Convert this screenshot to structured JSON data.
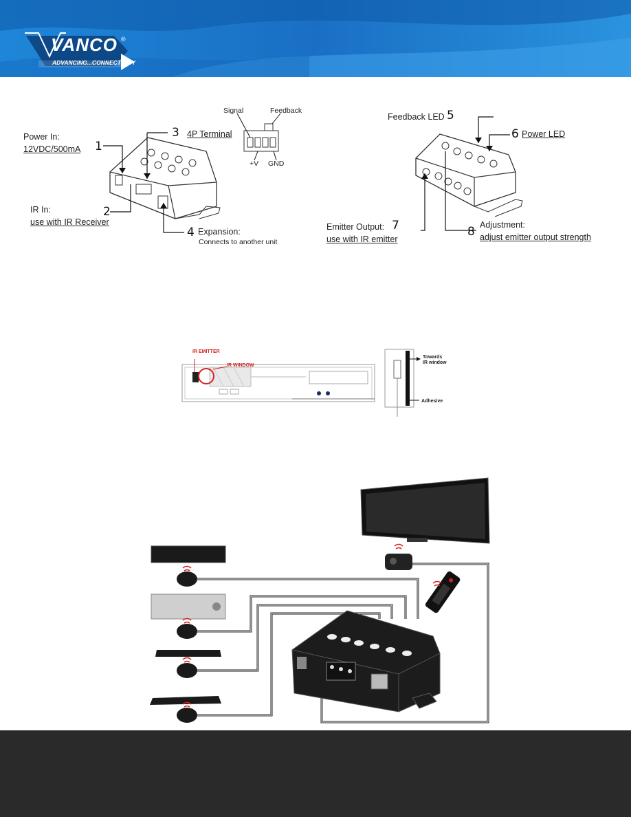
{
  "header": {
    "logo_text": "VANCO",
    "logo_reg": "®",
    "tagline": "ADVANCING...CONNECTIVITY"
  },
  "left_diagram": {
    "power_in_label": "Power In:",
    "power_in_spec": "12VDC/500mA",
    "num_1": "1",
    "num_2": "2",
    "num_3": "3",
    "num_4": "4",
    "ir_in_label": "IR In:",
    "ir_in_desc": "use with IR Receiver",
    "terminal_label": "4P Terminal",
    "signal_label": "Signal",
    "feedback_label": "Feedback",
    "plus_v_label": "+V",
    "gnd_label": "GND",
    "expansion_label": "Expansion:",
    "expansion_desc": "Connects to another unit"
  },
  "right_diagram": {
    "feedback_led_label": "Feedback LED",
    "num_5": "5",
    "num_6": "6",
    "num_7": "7",
    "num_8": "8",
    "power_led_label": "Power LED",
    "emitter_output_label": "Emitter Output:",
    "emitter_output_desc": "use with IR emitter",
    "adjustment_label": "Adjustment:",
    "adjustment_desc": "adjust emitter output strength"
  },
  "emitter_diagram": {
    "ir_emitter_label": "IR EMITTER",
    "ir_window_label": "IR WINDOW",
    "towards_label_1": "Towards",
    "towards_label_2": "IR window",
    "adhesive_label": "Adhesive"
  },
  "colors": {
    "header_blue": "#1f7fd0",
    "header_dark": "#0d4f9a",
    "footer": "#2a2a2a",
    "accent_red": "#d42020"
  }
}
